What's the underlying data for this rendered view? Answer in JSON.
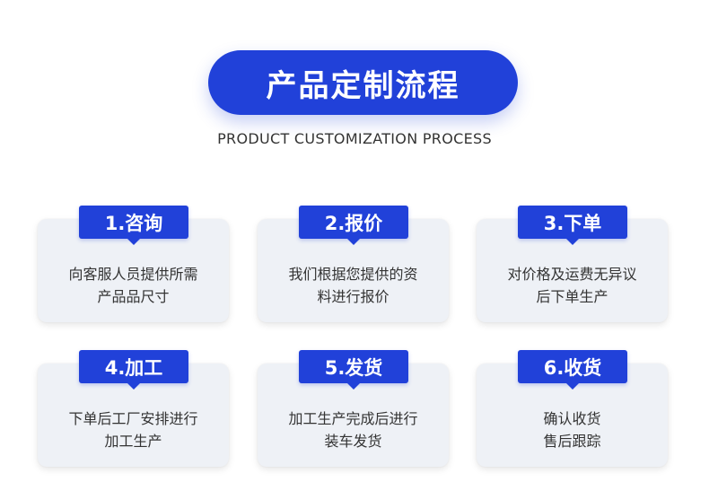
{
  "header": {
    "title": "产品定制流程",
    "subtitle": "PRODUCT CUSTOMIZATION PROCESS"
  },
  "steps": [
    {
      "label": "1.咨询",
      "lines": [
        "向客服人员提供所需",
        "产品品尺寸"
      ]
    },
    {
      "label": "2.报价",
      "lines": [
        "我们根据您提供的资",
        "料进行报价"
      ]
    },
    {
      "label": "3.下单",
      "lines": [
        "对价格及运费无异议",
        "后下单生产"
      ]
    },
    {
      "label": "4.加工",
      "lines": [
        "下单后工厂安排进行",
        "加工生产"
      ]
    },
    {
      "label": "5.发货",
      "lines": [
        "加工生产完成后进行",
        "装车发货"
      ]
    },
    {
      "label": "6.收货",
      "lines": [
        "确认收货",
        "售后跟踪"
      ]
    }
  ],
  "colors": {
    "accent": "#2141d9",
    "card": "#eef1f6",
    "text": "#333333"
  }
}
